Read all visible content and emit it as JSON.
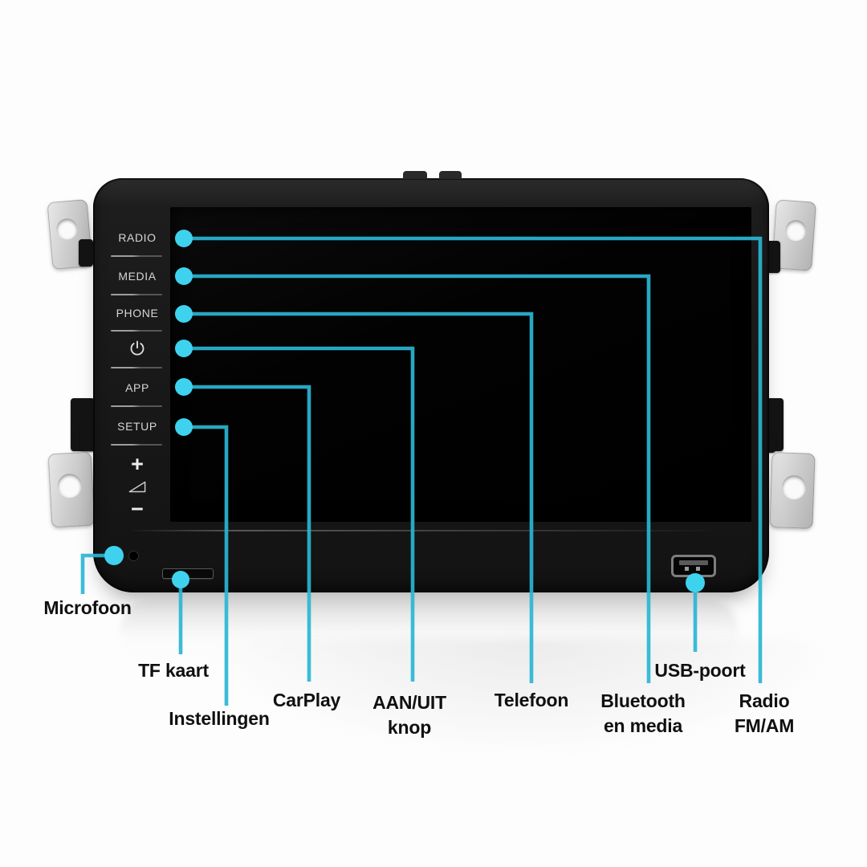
{
  "product": {
    "type": "car-head-unit",
    "panel_buttons": [
      {
        "name": "radio-button",
        "label": "RADIO"
      },
      {
        "name": "media-button",
        "label": "MEDIA"
      },
      {
        "name": "phone-button",
        "label": "PHONE"
      },
      {
        "name": "power-button",
        "icon": "power-icon",
        "label": ""
      },
      {
        "name": "app-button",
        "label": "APP"
      },
      {
        "name": "setup-button",
        "label": "SETUP"
      }
    ],
    "volume_controls": {
      "plus": "+",
      "triangle_icon": "volume-triangle-icon",
      "minus": "−"
    },
    "front_features": [
      "microphone-hole",
      "tf-card-slot",
      "usb-port"
    ]
  },
  "callouts": {
    "radio": {
      "target": "radio-button",
      "lines": [
        "Radio",
        "FM/AM"
      ]
    },
    "media": {
      "target": "media-button",
      "lines": [
        "Bluetooth",
        "en media"
      ]
    },
    "phone": {
      "target": "phone-button",
      "lines": [
        "Telefoon"
      ]
    },
    "power": {
      "target": "power-button",
      "lines": [
        "AAN/UIT",
        "knop"
      ]
    },
    "app": {
      "target": "app-button",
      "lines": [
        "CarPlay"
      ]
    },
    "setup": {
      "target": "setup-button",
      "lines": [
        "Instellingen"
      ]
    },
    "microphone": {
      "target": "microphone-hole",
      "lines": [
        "Microfoon"
      ]
    },
    "tf_card": {
      "target": "tf-card-slot",
      "lines": [
        "TF kaart"
      ]
    },
    "usb": {
      "target": "usb-port",
      "lines": [
        "USB-poort"
      ]
    }
  },
  "colors": {
    "callout_line": "#2ab5d4",
    "callout_dot": "#3ed2ef",
    "label_text": "#101010",
    "device_body": "#1d1d1d",
    "screen": "#030303",
    "background": "#fdfdfd"
  }
}
